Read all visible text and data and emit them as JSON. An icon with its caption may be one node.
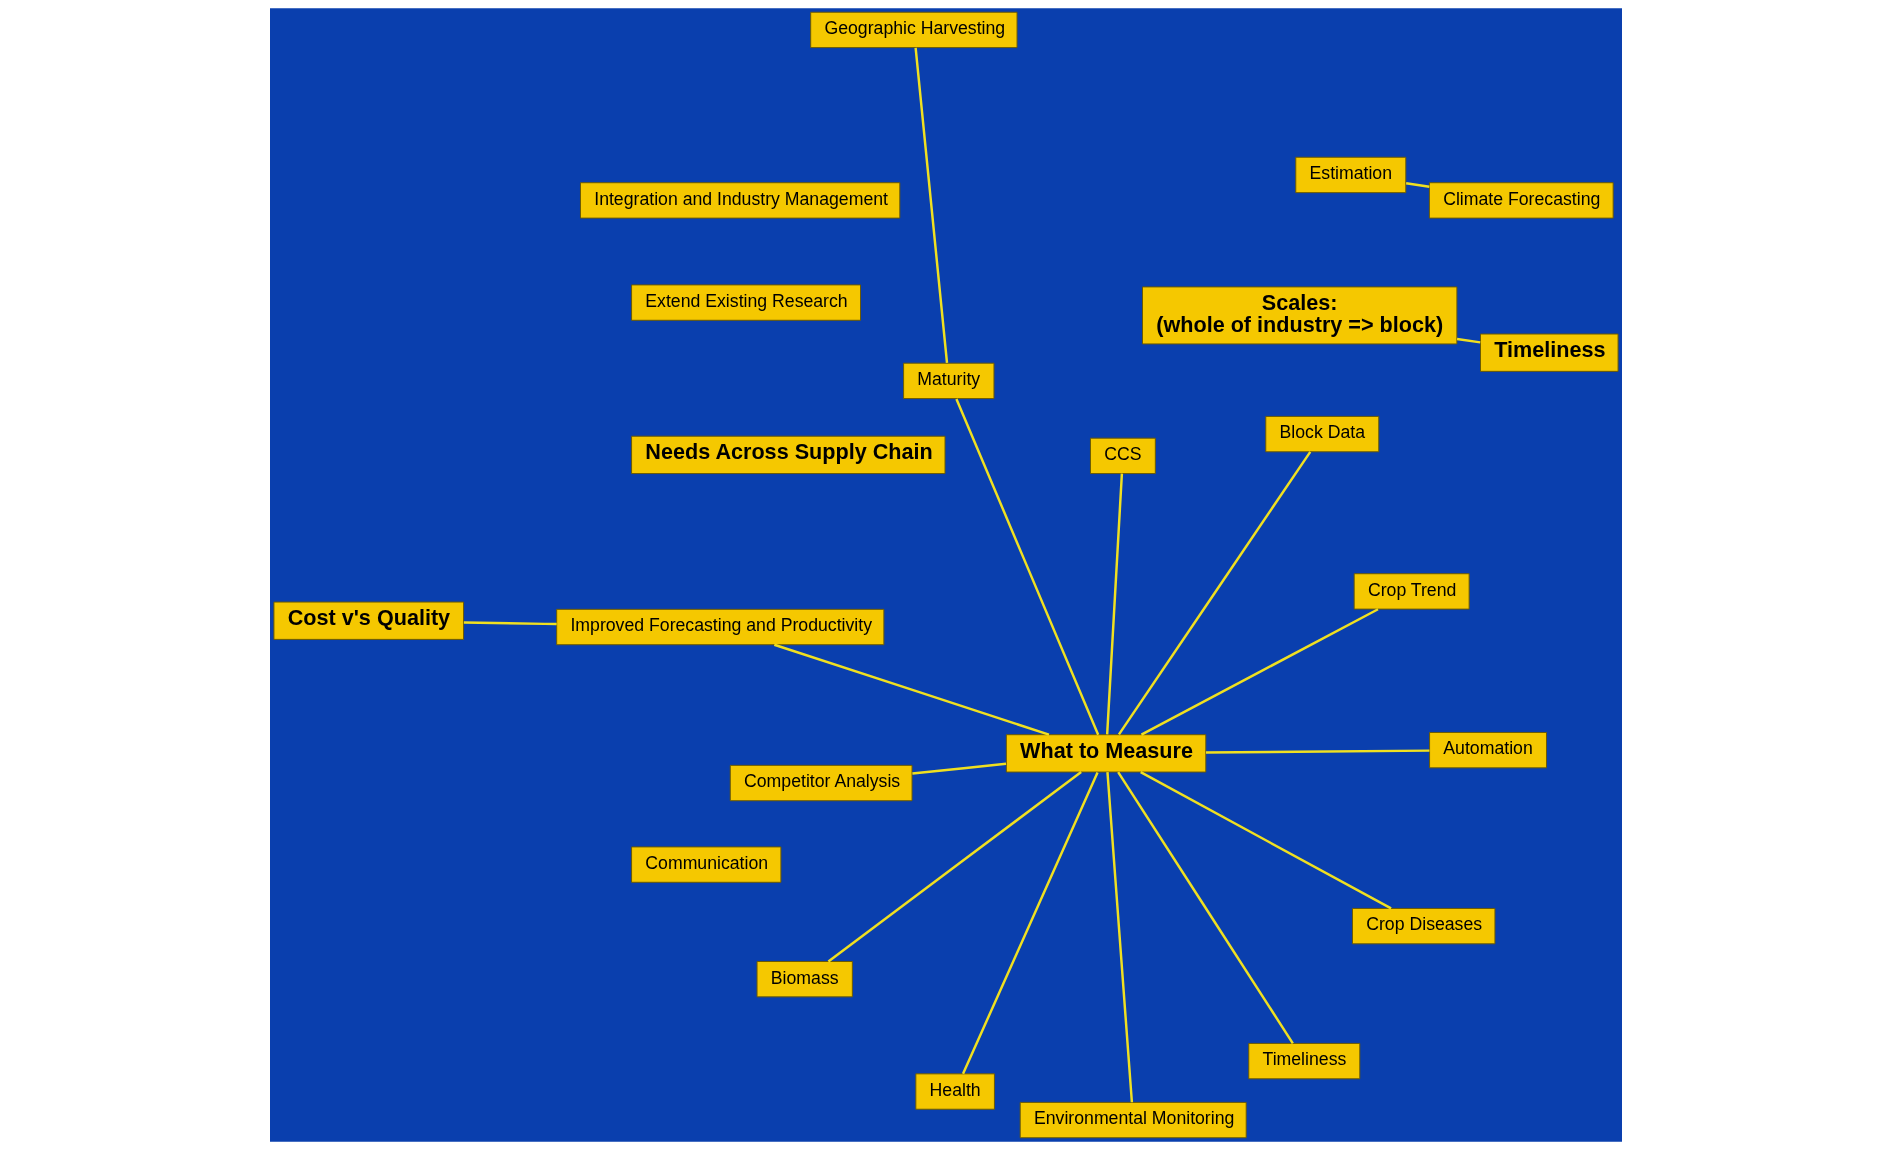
{
  "diagram": {
    "nodes": [
      {
        "text": [
          "Scales:",
          "(whole of industry => block)"
        ]
      },
      {
        "text": [
          "Timeliness"
        ]
      },
      {
        "text": [
          "Needs Across Supply Chain"
        ]
      },
      {
        "text": [
          "Cost v's Quality"
        ]
      },
      {
        "text": [
          "Crop Trend"
        ]
      },
      {
        "text": [
          "Health"
        ]
      },
      {
        "text": [
          "Improved Forecasting and Productivity"
        ]
      },
      {
        "text": [
          "CCS"
        ]
      },
      {
        "text": [
          "Communication"
        ]
      },
      {
        "text": [
          "What to Measure"
        ]
      },
      {
        "text": [
          "Biomass"
        ]
      },
      {
        "text": [
          "Extend Existing Research"
        ]
      },
      {
        "text": [
          "Crop Diseases"
        ]
      },
      {
        "text": [
          "Competitor Analysis"
        ]
      },
      {
        "text": [
          "Timeliness"
        ]
      },
      {
        "text": [
          "Integration and Industry Management"
        ]
      },
      {
        "text": [
          "Environmental Monitoring"
        ]
      },
      {
        "text": [
          "Maturity"
        ]
      },
      {
        "text": [
          "Automation"
        ]
      },
      {
        "text": [
          "Block Data"
        ]
      },
      {
        "text": [
          "Geographic Harvesting"
        ]
      },
      {
        "text": [
          "Estimation"
        ]
      },
      {
        "text": [
          "Climate Forecasting"
        ]
      }
    ],
    "edges": [
      {
        "from": 0,
        "to": 1,
        "arrow": "none"
      },
      {
        "from": 3,
        "to": 6,
        "arrow": "none"
      },
      {
        "from": 6,
        "to": 9,
        "arrow": "none"
      },
      {
        "from": 9,
        "to": 4,
        "arrow": "none"
      },
      {
        "from": 9,
        "to": 5,
        "arrow": "none"
      },
      {
        "from": 9,
        "to": 7,
        "arrow": "none"
      },
      {
        "from": 9,
        "to": 10,
        "arrow": "none"
      },
      {
        "from": 9,
        "to": 12,
        "arrow": "none"
      },
      {
        "from": 9,
        "to": 14,
        "arrow": "none"
      },
      {
        "from": 9,
        "to": 17,
        "arrow": "none"
      },
      {
        "from": 9,
        "to": 18,
        "arrow": "none"
      },
      {
        "from": 9,
        "to": 19,
        "arrow": "none"
      },
      {
        "from": 9,
        "to": 16,
        "arrow": "none"
      },
      {
        "from": 9,
        "to": 13,
        "arrow": "none"
      },
      {
        "from": 17,
        "to": 20,
        "arrow": "none"
      },
      {
        "from": 21,
        "to": 22,
        "arrow": "none"
      }
    ]
  }
}
